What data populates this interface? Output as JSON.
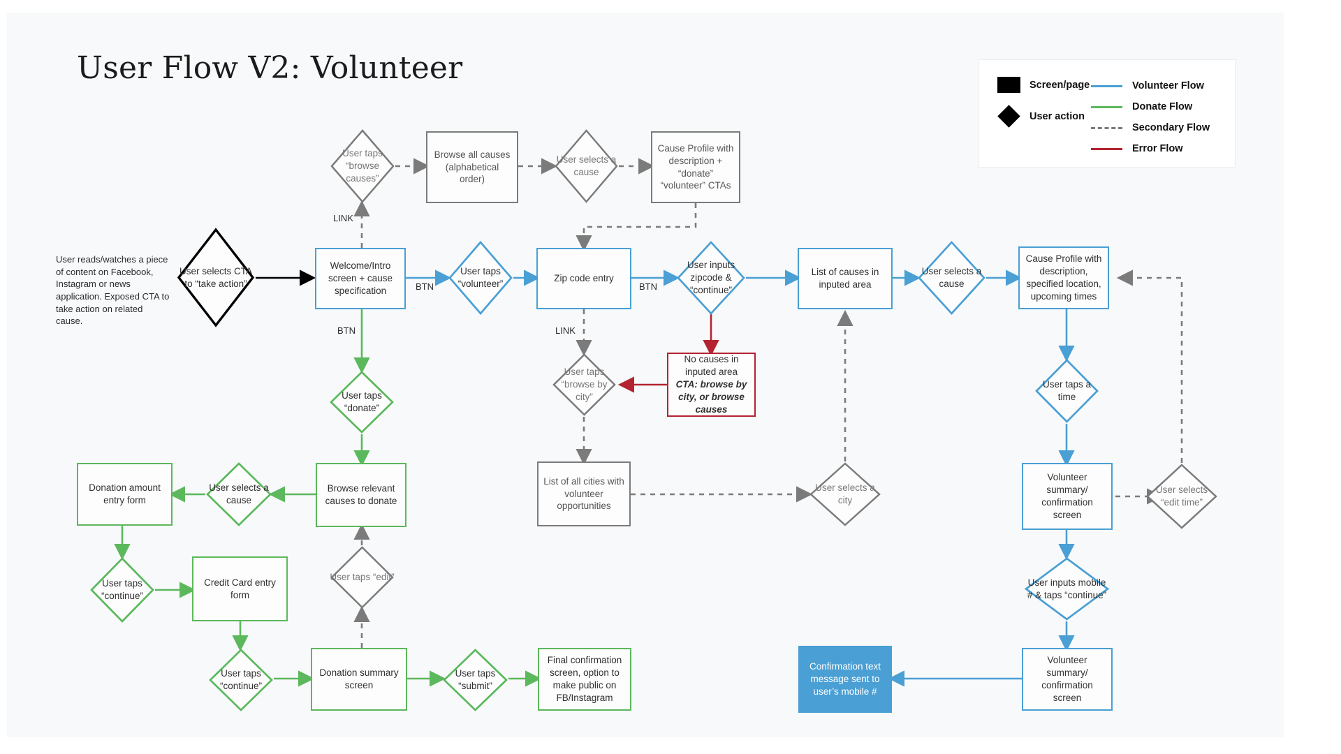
{
  "page": {
    "title": "User Flow V2: Volunteer",
    "background": "#f7f9fb"
  },
  "colors": {
    "volunteer_flow": "#4a9fd4",
    "donate_flow": "#5cb85c",
    "secondary_flow": "#7b7b7b",
    "error_flow": "#b32430",
    "screen_page": "#000000",
    "user_action": "#000000"
  },
  "legend": {
    "shapes": [
      {
        "icon": "filled-square",
        "label": "Screen/page"
      },
      {
        "icon": "filled-diamond",
        "label": "User action"
      }
    ],
    "flows": [
      {
        "style": "solid",
        "color": "#4a9fd4",
        "label": "Volunteer Flow"
      },
      {
        "style": "solid",
        "color": "#5cb85c",
        "label": "Donate Flow"
      },
      {
        "style": "dashed",
        "color": "#7b7b7b",
        "label": "Secondary Flow"
      },
      {
        "style": "solid",
        "color": "#b32430",
        "label": "Error Flow"
      }
    ]
  },
  "annotation": {
    "text": "User reads/watches a piece of content on Facebook, Instagram or news application. Exposed CTA to take action on related cause."
  },
  "nodes": {
    "user_selects_cta": "User selects CTA to “take action”",
    "user_taps_browse_causes": "User taps “browse causes”",
    "browse_all_causes": "Browse all causes (alphabetical order)",
    "user_selects_a_cause_top": "User selects a cause",
    "cause_profile_ctas": "Cause Profile with description + “donate” “volunteer” CTAs",
    "welcome_intro": "Welcome/Intro screen + cause specification",
    "user_taps_volunteer": "User taps “volunteer”",
    "zip_code_entry": "Zip code entry",
    "user_inputs_zipcode": "User inputs zipcode & “continue”",
    "list_of_causes": "List of causes in inputed area",
    "user_selects_a_cause_right": "User selects a cause",
    "cause_profile_detail": "Cause Profile with description, specified location, upcoming times",
    "user_taps_a_time": "User taps a time",
    "volunteer_summary_1": "Volunteer summary/ confirmation screen",
    "user_selects_edit_time": "User selects “edit time”",
    "user_inputs_mobile": "User inputs mobile # & taps “continue”",
    "volunteer_summary_2": "Volunteer summary/ confirmation screen",
    "confirmation_text": "Confirmation text message sent to user’s mobile #",
    "no_causes_line1": "No causes in inputed area",
    "no_causes_cta": "CTA: browse by city, or browse causes",
    "user_taps_browse_by_city": "User taps “browse by city”",
    "list_of_all_cities": "List of all cities with volunteer opportunities",
    "user_selects_a_city": "User selects a city",
    "user_taps_donate": "User taps “donate”",
    "browse_relevant_causes": "Browse relevant causes to donate",
    "user_selects_a_cause_donate": "User selects a cause",
    "donation_amount_form": "Donation amount entry form",
    "user_taps_continue_1": "User taps “continue”",
    "credit_card_form": "Credit Card entry form",
    "user_taps_continue_2": "User taps “continue”",
    "donation_summary": "Donation summary screen",
    "user_taps_submit": "User taps “submit”",
    "final_confirmation": "Final confirmation screen, option to make public on FB/Instagram",
    "user_taps_edit": "User taps “edit”"
  },
  "edge_labels": {
    "link_top": "LINK",
    "btn_welcome_volunteer": "BTN",
    "btn_welcome_donate": "BTN",
    "btn_zip": "BTN",
    "link_zip": "LINK"
  }
}
